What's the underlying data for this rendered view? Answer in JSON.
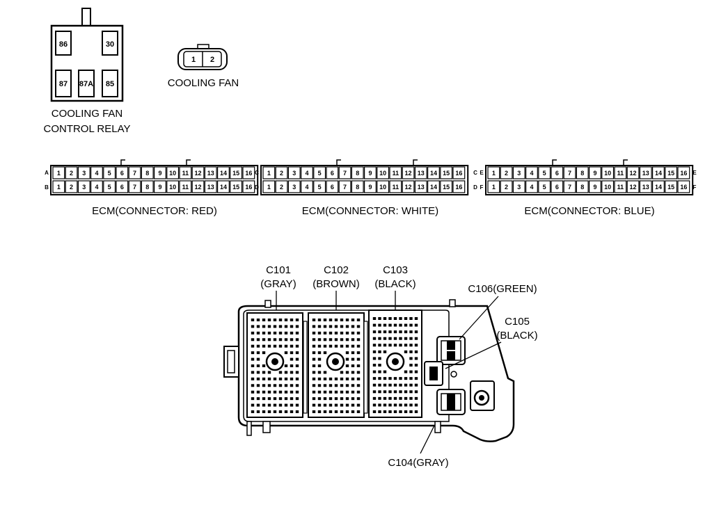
{
  "relay": {
    "pins": [
      "86",
      "30",
      "87",
      "87A",
      "85"
    ],
    "caption_line1": "COOLING FAN",
    "caption_line2": "CONTROL RELAY"
  },
  "fan": {
    "pins": [
      "1",
      "2"
    ],
    "caption": "COOLING FAN"
  },
  "ecm_connectors": [
    {
      "row_left": [
        "A",
        "B"
      ],
      "row_right": [],
      "label": "ECM(CONNECTOR: RED)"
    },
    {
      "row_left": [
        "C",
        "D"
      ],
      "row_right": [
        "C",
        "D"
      ],
      "label": "ECM(CONNECTOR: WHITE)"
    },
    {
      "row_left": [
        "E",
        "F"
      ],
      "row_right": [
        "E",
        "F"
      ],
      "label": "ECM(CONNECTOR: BLUE)"
    }
  ],
  "ecm_pin_numbers": [
    "1",
    "2",
    "3",
    "4",
    "5",
    "6",
    "7",
    "8",
    "9",
    "10",
    "11",
    "12",
    "13",
    "14",
    "15",
    "16"
  ],
  "fuse_box": {
    "c101_name": "C101",
    "c101_color": "(GRAY)",
    "c102_name": "C102",
    "c102_color": "(BROWN)",
    "c103_name": "C103",
    "c103_color": "(BLACK)",
    "c106": "C106(GREEN)",
    "c105_name": "C105",
    "c105_color": "(BLACK)",
    "c104": "C104(GRAY)"
  }
}
